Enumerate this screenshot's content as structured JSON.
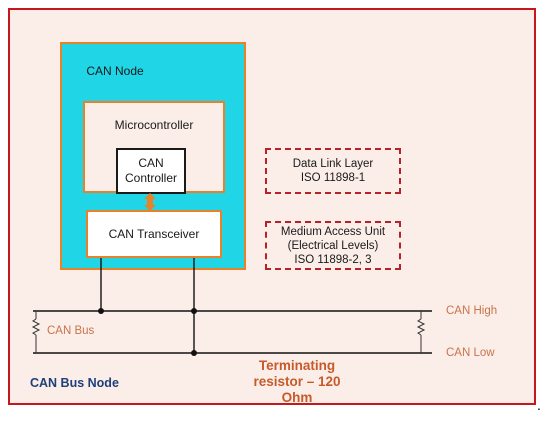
{
  "diagram": {
    "can_node_label": "CAN Node",
    "microcontroller_label": "Microcontroller",
    "controller_line1": "CAN",
    "controller_line2": "Controller",
    "transceiver_label": "CAN Transceiver",
    "data_link": {
      "line1": "Data Link Layer",
      "line2": "ISO 11898-1"
    },
    "mau": {
      "line1": "Medium Access Unit",
      "line2": "(Electrical Levels)",
      "line3": "ISO 11898-2, 3"
    },
    "can_high_label": "CAN High",
    "can_low_label": "CAN Low",
    "can_bus_label": "CAN Bus",
    "terminating": {
      "line1": "Terminating",
      "line2": "resistor – 120",
      "line3": "Ohm"
    },
    "caption": "CAN Bus Node",
    "trailing_mark": "."
  },
  "colors": {
    "background": "#fbeee9",
    "border": "#c8161d",
    "node_fill": "#1fd5e6",
    "box_outline": "#e8822a",
    "dashed_outline": "#b5222a",
    "bus_label": "#c9734b",
    "terminating_label": "#c65a2a",
    "caption": "#1f3f7a"
  }
}
